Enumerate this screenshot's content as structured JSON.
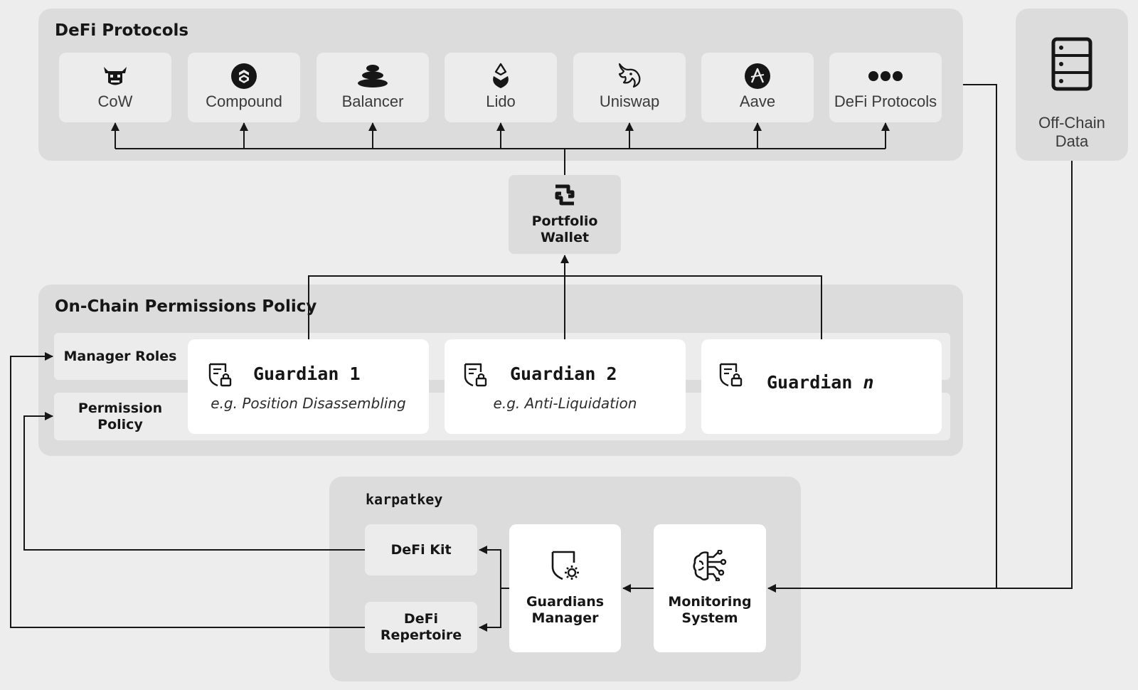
{
  "defi_group": {
    "title": "DeFi Protocols",
    "protocols": [
      {
        "label": "CoW",
        "icon": "cow-icon"
      },
      {
        "label": "Compound",
        "icon": "compound-icon"
      },
      {
        "label": "Balancer",
        "icon": "balancer-icon"
      },
      {
        "label": "Lido",
        "icon": "lido-icon"
      },
      {
        "label": "Uniswap",
        "icon": "uniswap-icon"
      },
      {
        "label": "Aave",
        "icon": "aave-icon"
      },
      {
        "label": "DeFi Protocols",
        "icon": "more-dots-icon"
      }
    ]
  },
  "offchain": {
    "line1": "Off-Chain",
    "line2": "Data",
    "icon": "server-icon"
  },
  "wallet": {
    "line1": "Portfolio",
    "line2": "Wallet",
    "icon": "safe-wallet-icon"
  },
  "policy_group": {
    "title": "On-Chain Permissions Policy",
    "manager_roles": "Manager Roles",
    "permission_policy_line1": "Permission",
    "permission_policy_line2": "Policy",
    "guardians": [
      {
        "title": "Guardian 1",
        "title_suffix": "",
        "subtitle": "e.g. Position Disassembling"
      },
      {
        "title": "Guardian 2",
        "title_suffix": "",
        "subtitle": "e.g. Anti-Liquidation"
      },
      {
        "title": "Guardian ",
        "title_suffix": "n",
        "subtitle": ""
      }
    ]
  },
  "karpatkey_group": {
    "title": "karpatkey",
    "defi_kit": "DeFi Kit",
    "defi_repertoire_line1": "DeFi",
    "defi_repertoire_line2": "Repertoire",
    "guardians_manager_line1": "Guardians",
    "guardians_manager_line2": "Manager",
    "monitoring_line1": "Monitoring",
    "monitoring_line2": "System"
  },
  "colors": {
    "line": "#161616",
    "group_bg": "#dcdcdc",
    "page_bg": "#ededed"
  }
}
